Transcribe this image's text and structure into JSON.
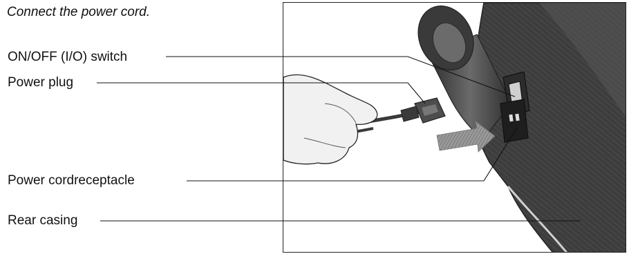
{
  "caption": "Connect the power cord.",
  "callouts": {
    "switch": "ON/OFF (I/O) switch",
    "plug": "Power plug",
    "receptacle": "Power cordreceptacle",
    "casing": "Rear casing"
  },
  "colors": {
    "casing": "#3c3c3c",
    "casing_dark": "#2a2a2a",
    "roller": "#4a4a4a",
    "hand": "#f1f1f1",
    "plug": "#4d4d4d",
    "arrow": "#8a8a8a"
  }
}
